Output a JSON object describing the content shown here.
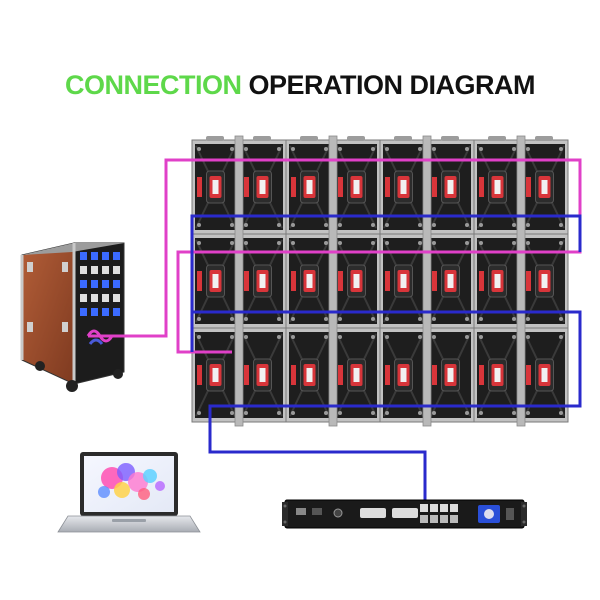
{
  "title": {
    "word1": "CONNECTION",
    "word2": "OPERATION DIAGRAM"
  },
  "colors": {
    "title_accent": "#5ed84a",
    "title_dark": "#111111",
    "power_cable": "#e040c8",
    "signal_cable": "#2a2acc",
    "cabinet_panel": "#1e1e1e",
    "cabinet_frame": "#b8b8b8",
    "module_red": "#d8353a",
    "flight_case": "#a6512f"
  },
  "wall": {
    "rows": 3,
    "cols": 8
  },
  "devices": {
    "power_distribution_case": "flight-case",
    "laptop": "laptop",
    "controller": "led-sending-box"
  }
}
